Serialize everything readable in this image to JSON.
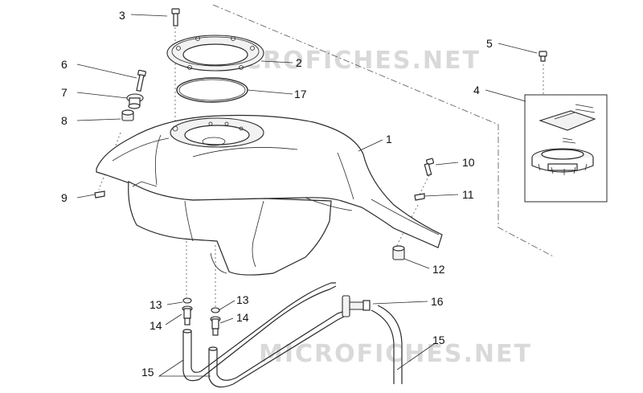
{
  "watermarks": [
    "MICROFICHES.NET",
    "MICROFICHES.NET"
  ],
  "callouts": {
    "c1": "1",
    "c2": "2",
    "c3": "3",
    "c4": "4",
    "c5": "5",
    "c6": "6",
    "c7": "7",
    "c8": "8",
    "c9": "9",
    "c10": "10",
    "c11": "11",
    "c12": "12",
    "c13a": "13",
    "c13b": "13",
    "c14a": "14",
    "c14b": "14",
    "c15a": "15",
    "c15b": "15",
    "c16": "16",
    "c17": "17"
  }
}
